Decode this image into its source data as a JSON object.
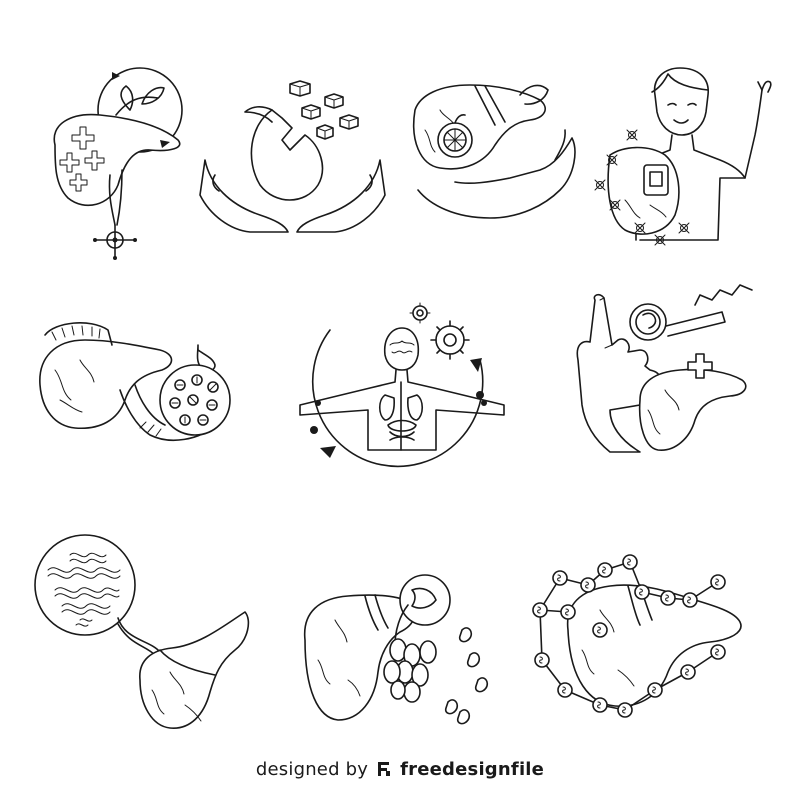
{
  "footer": {
    "designed_by": "designed by",
    "brand": "freedesignfile"
  },
  "icons": [
    {
      "id": "liver-medical-cross-sprout",
      "name": "liver-with-sprout-and-crosses-icon"
    },
    {
      "id": "hands-tulip-cubes",
      "name": "hands-holding-flower-with-cubes-icon"
    },
    {
      "id": "hand-liver-fruit",
      "name": "hand-holding-liver-with-fruit-icon"
    },
    {
      "id": "person-liver-virus",
      "name": "person-holding-liver-with-viruses-icon"
    },
    {
      "id": "liver-pancreas-cells",
      "name": "liver-pancreas-with-cells-icon"
    },
    {
      "id": "body-organs-cycle",
      "name": "human-body-organs-with-gears-icon"
    },
    {
      "id": "hand-magnifier-liver",
      "name": "hand-magnifier-liver-cross-icon"
    },
    {
      "id": "liver-bacteria-zoom",
      "name": "liver-with-bacteria-magnified-icon"
    },
    {
      "id": "liver-stones",
      "name": "liver-with-gallstones-icon"
    },
    {
      "id": "liver-molecule-network",
      "name": "liver-in-molecule-network-icon"
    }
  ],
  "colors": {
    "stroke": "#1a1a1a",
    "background": "#ffffff"
  }
}
